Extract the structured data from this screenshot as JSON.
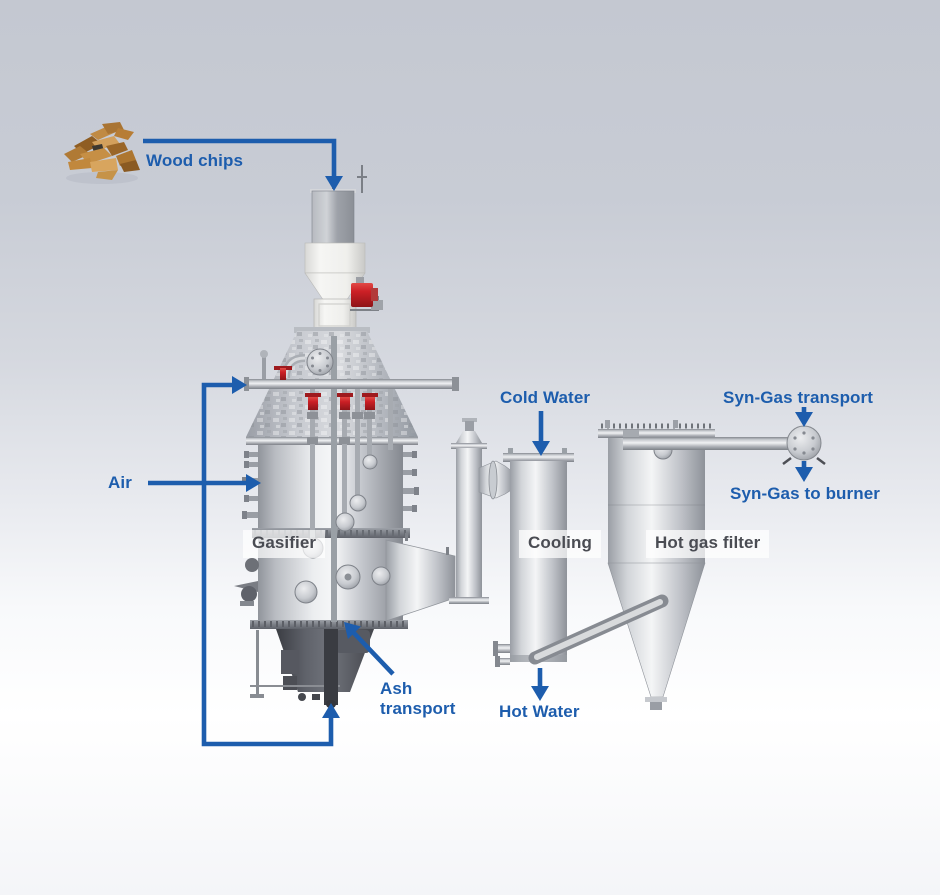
{
  "flow_labels": {
    "wood_chips": "Wood chips",
    "air": "Air",
    "ash_transport": "Ash transport",
    "cold_water": "Cold Water",
    "hot_water": "Hot Water",
    "syngas_transport": "Syn-Gas transport",
    "syngas_to_burner": "Syn-Gas to burner"
  },
  "equipment_labels": {
    "gasifier": "Gasifier",
    "cooling": "Cooling",
    "hot_gas_filter": "Hot gas filter"
  },
  "icons": {
    "wood_chips_pile": "wood-chips-image",
    "flow_arrow": "blue-flow-arrow"
  },
  "colors": {
    "flow_blue": "#1d5dad",
    "equipment_label_text": "#4a4c53",
    "equipment_label_bg": "#ffffff",
    "valve_red": "#c32127",
    "steel_light": "#f2f3f5",
    "steel_dark": "#84888f",
    "machinery_dark": "#45474d",
    "wood_brown": "#b5792f",
    "background_top": "#c5c9d2",
    "background_bottom": "#ffffff"
  }
}
